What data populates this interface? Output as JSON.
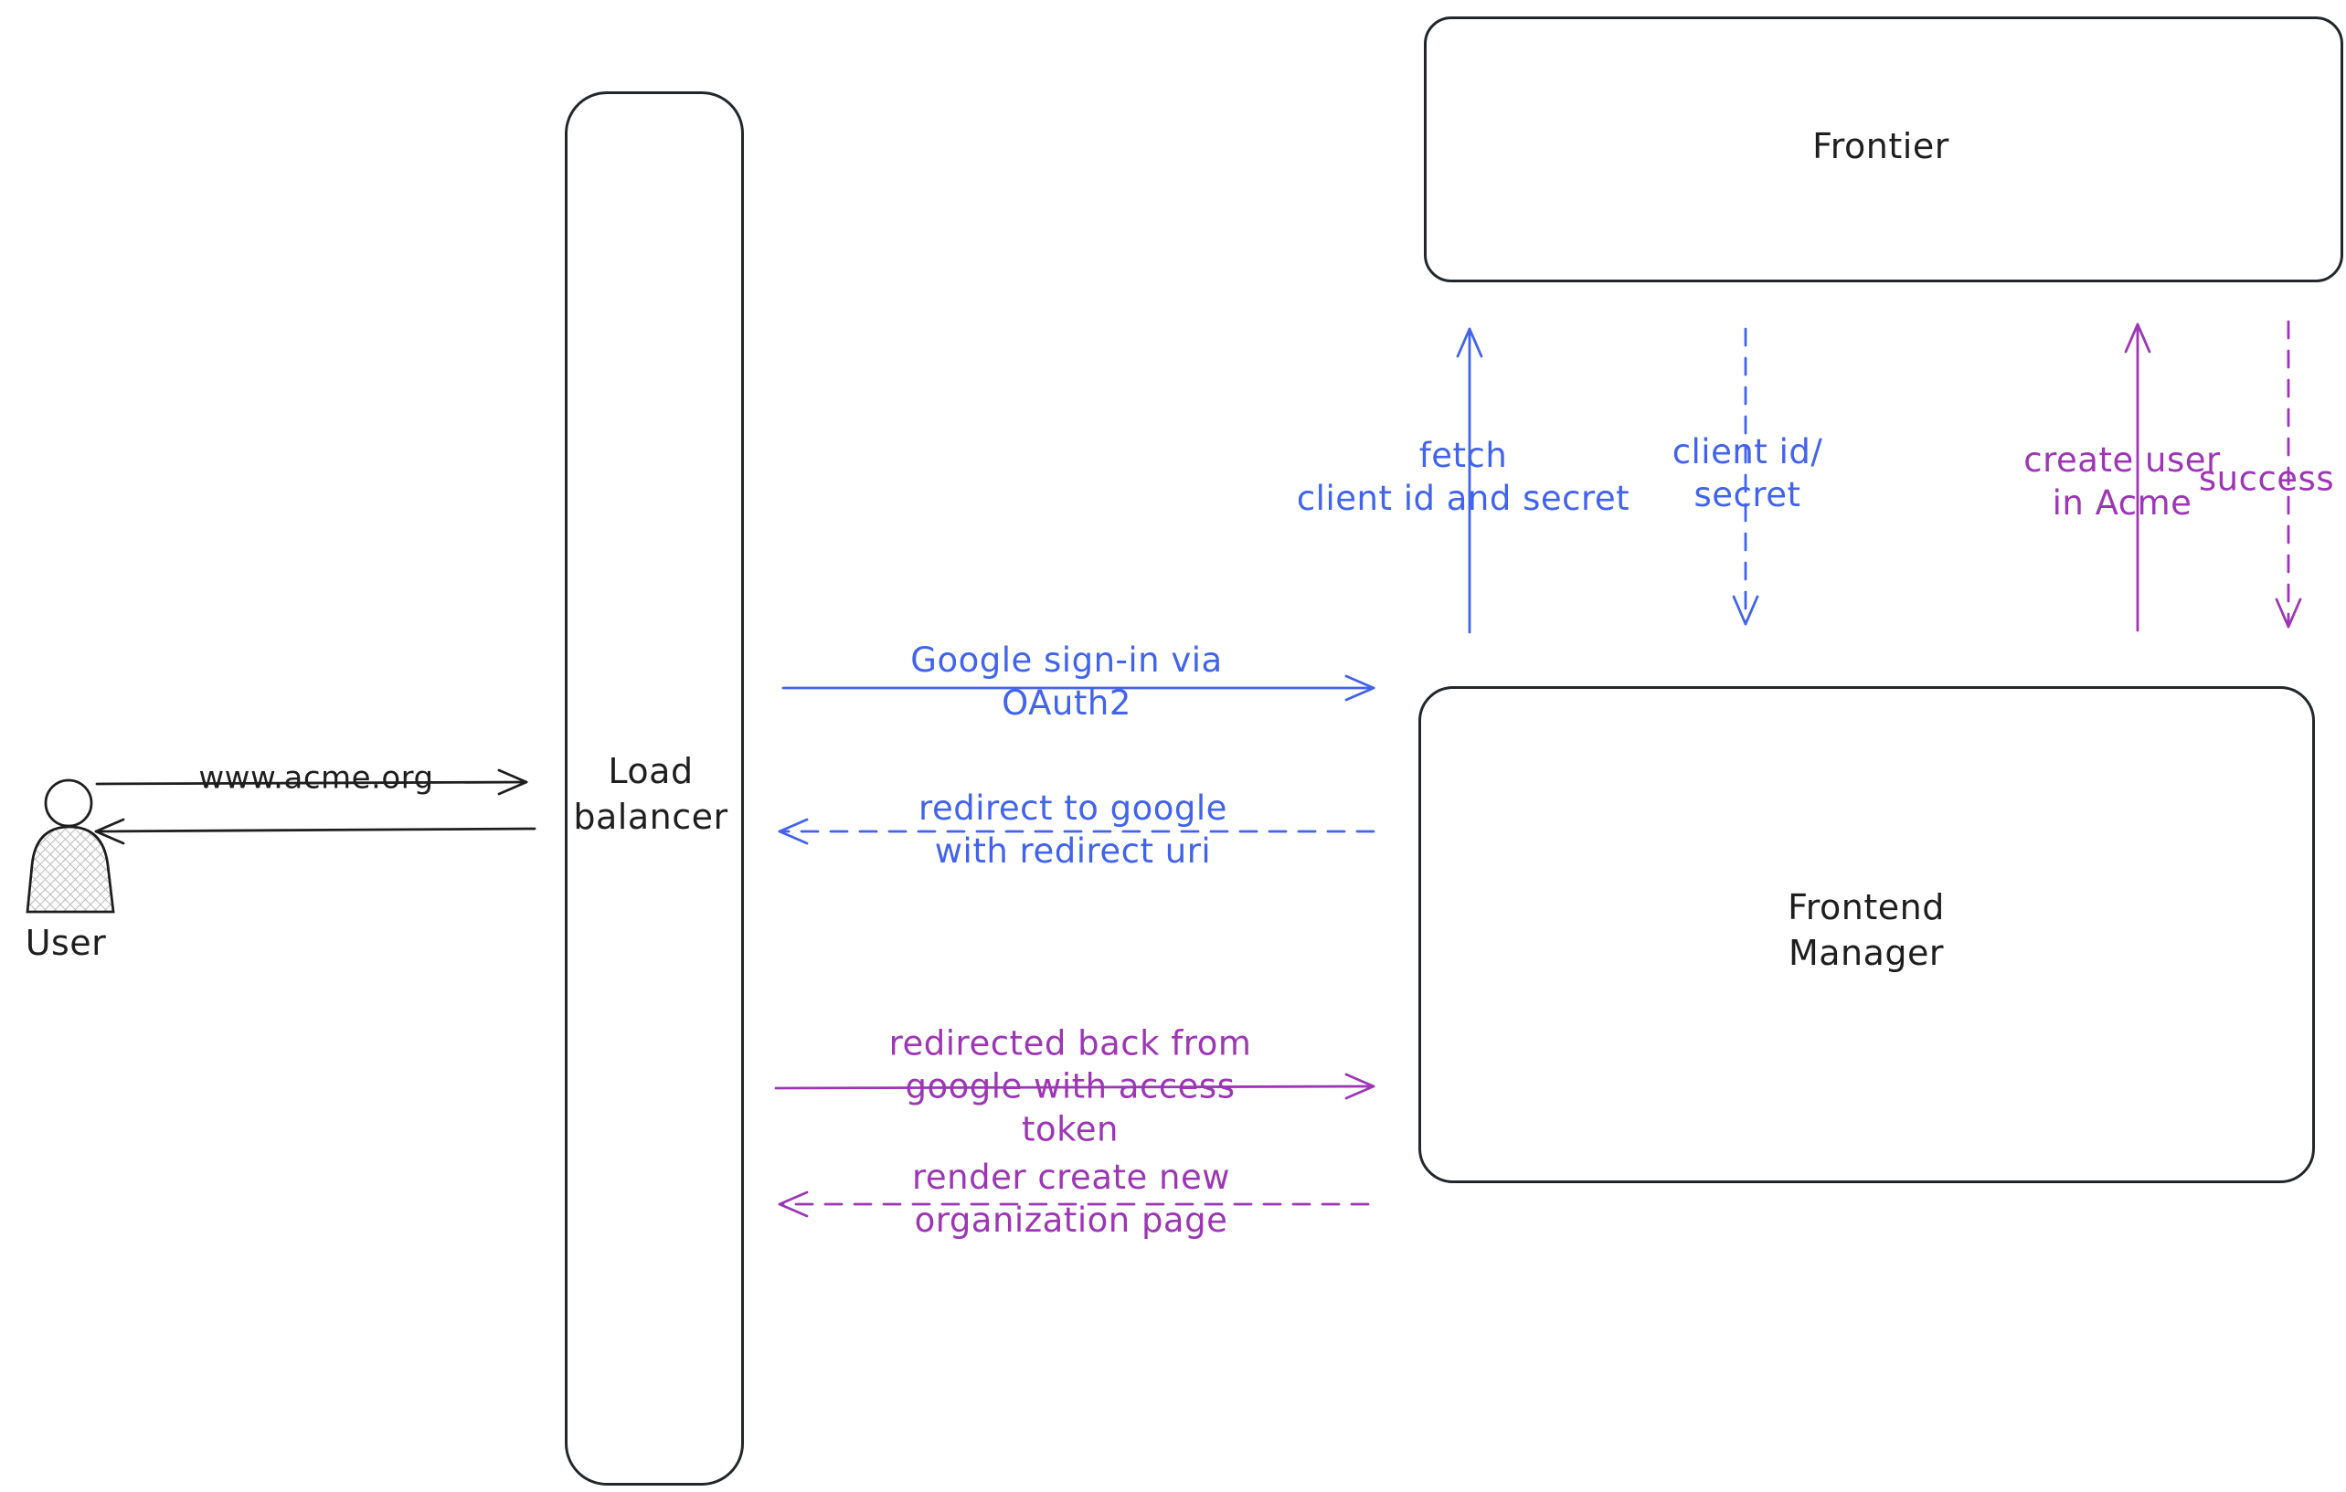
{
  "colors": {
    "ink": "#1e1e1e",
    "blue": "#4263eb",
    "purple": "#9c36b5"
  },
  "nodes": {
    "user": {
      "label": "User",
      "shape": "person"
    },
    "load_balancer": {
      "label": "Load\nbalancer",
      "shape": "rounded-rectangle"
    },
    "frontier": {
      "label": "Frontier",
      "shape": "rounded-rectangle"
    },
    "frontend_manager": {
      "label": "Frontend\nManager",
      "shape": "rounded-rectangle"
    }
  },
  "edges": {
    "www_acme": {
      "label": "www.acme.org",
      "from": "user",
      "to": "load_balancer",
      "style": "solid",
      "color": "ink"
    },
    "return_to_user": {
      "label": "",
      "from": "load_balancer",
      "to": "user",
      "style": "solid",
      "color": "ink"
    },
    "google_signin": {
      "label": "Google sign-in via\nOAuth2",
      "from": "load_balancer",
      "to": "frontend_manager",
      "style": "solid",
      "color": "blue"
    },
    "redirect_google": {
      "label": "redirect to google\nwith redirect uri",
      "from": "frontend_manager",
      "to": "load_balancer",
      "style": "dashed",
      "color": "blue"
    },
    "redirected_back": {
      "label": "redirected back from\ngoogle with access\ntoken",
      "from": "load_balancer",
      "to": "frontend_manager",
      "style": "solid",
      "color": "purple"
    },
    "render_create": {
      "label": "render create new\norganization page",
      "from": "frontend_manager",
      "to": "load_balancer",
      "style": "dashed",
      "color": "purple"
    },
    "fetch_secret": {
      "label": "fetch\nclient id and secret",
      "from": "frontend_manager",
      "to": "frontier",
      "style": "solid",
      "color": "blue"
    },
    "client_id_secret": {
      "label": "client id/\nsecret",
      "from": "frontier",
      "to": "frontend_manager",
      "style": "dashed",
      "color": "blue"
    },
    "create_user": {
      "label": "create user\nin Acme",
      "from": "frontend_manager",
      "to": "frontier",
      "style": "solid",
      "color": "purple"
    },
    "success": {
      "label": "success",
      "from": "frontier",
      "to": "frontend_manager",
      "style": "dashed",
      "color": "purple"
    }
  }
}
